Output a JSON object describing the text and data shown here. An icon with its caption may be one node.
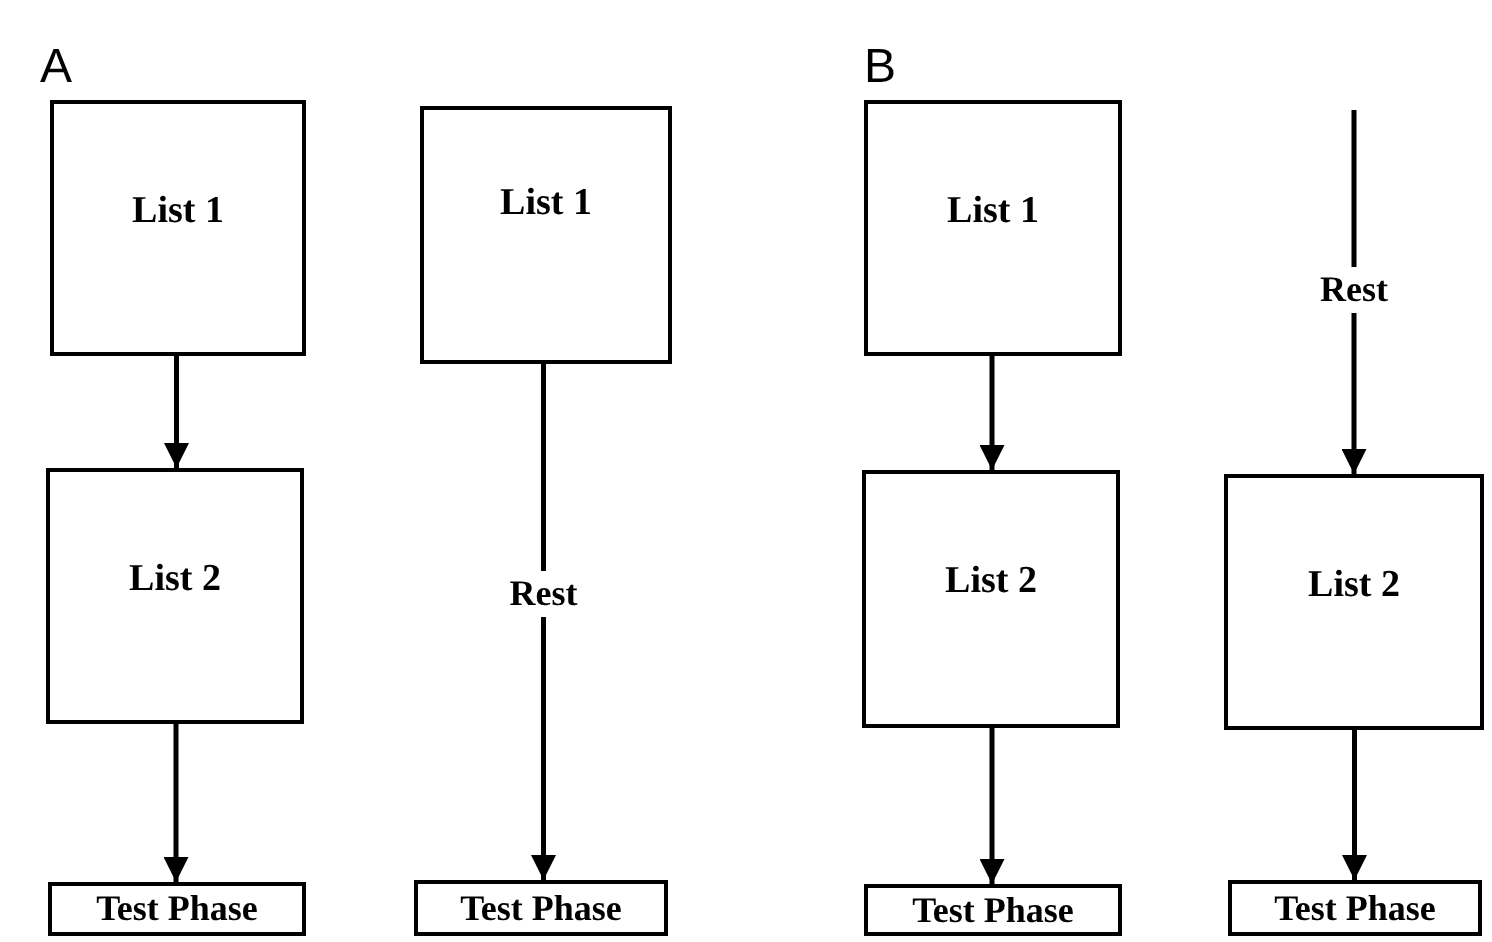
{
  "diagram": {
    "nodes": [
      {
        "text": [
          "List 1"
        ]
      },
      {
        "text": [
          "List 2"
        ]
      },
      {
        "text": [
          "Test Phase"
        ]
      },
      {
        "text": [
          "List 1"
        ]
      },
      {
        "text": [
          "Test Phase"
        ]
      },
      {
        "text": [
          "List 1"
        ]
      },
      {
        "text": [
          "List 2"
        ]
      },
      {
        "text": [
          "Test Phase"
        ]
      },
      {
        "text": [
          "List 2"
        ]
      },
      {
        "text": [
          "Test Phase"
        ]
      }
    ],
    "edges": [
      {
        "from": 0,
        "to": 1,
        "arrow": "to"
      },
      {
        "from": 1,
        "to": 2,
        "arrow": "to"
      },
      {
        "from": 3,
        "to": 4,
        "arrow": "to",
        "label": "Rest"
      },
      {
        "from": 5,
        "to": 6,
        "arrow": "to"
      },
      {
        "from": 6,
        "to": 7,
        "arrow": "to"
      },
      {
        "from": null,
        "to": 8,
        "arrow": "to",
        "label": "Rest"
      },
      {
        "from": 8,
        "to": 9,
        "arrow": "to"
      }
    ],
    "labels": [
      "A",
      "B"
    ]
  }
}
